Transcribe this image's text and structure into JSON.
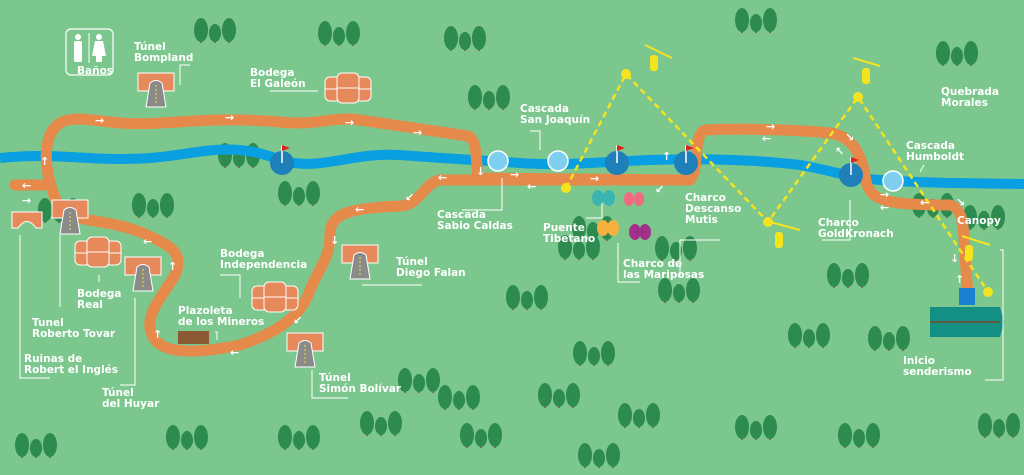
{
  "colors": {
    "background": "#7cc78d",
    "river": "#0a9fe0",
    "trail": "#e68a4b",
    "tree": "#2e8b50",
    "zipline": "#f5e320",
    "pool": "#1f7fb8"
  },
  "labels": {
    "banos": "Baños",
    "tunel_bompland": [
      "Túnel",
      "Bompland"
    ],
    "bodega_galeon": [
      "Bodega",
      "El Galeón"
    ],
    "cascada_san_joaquin": [
      "Cascada",
      "San Joaquín"
    ],
    "cascada_sabio_caldas": [
      "Cascada",
      "Sabio Caldas"
    ],
    "puente_tibetano": [
      "Puente",
      "Tibetano"
    ],
    "charco_mariposas": [
      "Charco de",
      "las Mariposas"
    ],
    "charco_descanso": [
      "Charco",
      "Descanso",
      "Mutis"
    ],
    "charco_goldkronach": [
      "Charco",
      "GoldKronach"
    ],
    "cascada_humboldt": [
      "Cascada",
      "Humboldt"
    ],
    "quebrada_morales": [
      "Quebrada",
      "Morales"
    ],
    "canopy": "Canopy",
    "inicio": [
      "Inicio",
      "senderismo"
    ],
    "tunel_diego_falan": [
      "Túnel",
      "Diego Falan"
    ],
    "bodega_independencia": [
      "Bodega",
      "Independencia"
    ],
    "plazoleta": [
      "Plazoleta",
      "de los Mineros"
    ],
    "tunel_simon_bolivar": [
      "Túnel",
      "Simón Bolívar"
    ],
    "bodega_real": [
      "Bodega",
      "Real"
    ],
    "tunel_roberto_tovar": [
      "Tunel",
      "Roberto Tovar"
    ],
    "ruinas": [
      "Ruinas de",
      "Robert el Inglés"
    ],
    "tunel_huyar": [
      "Túnel",
      "del Huyar"
    ]
  }
}
